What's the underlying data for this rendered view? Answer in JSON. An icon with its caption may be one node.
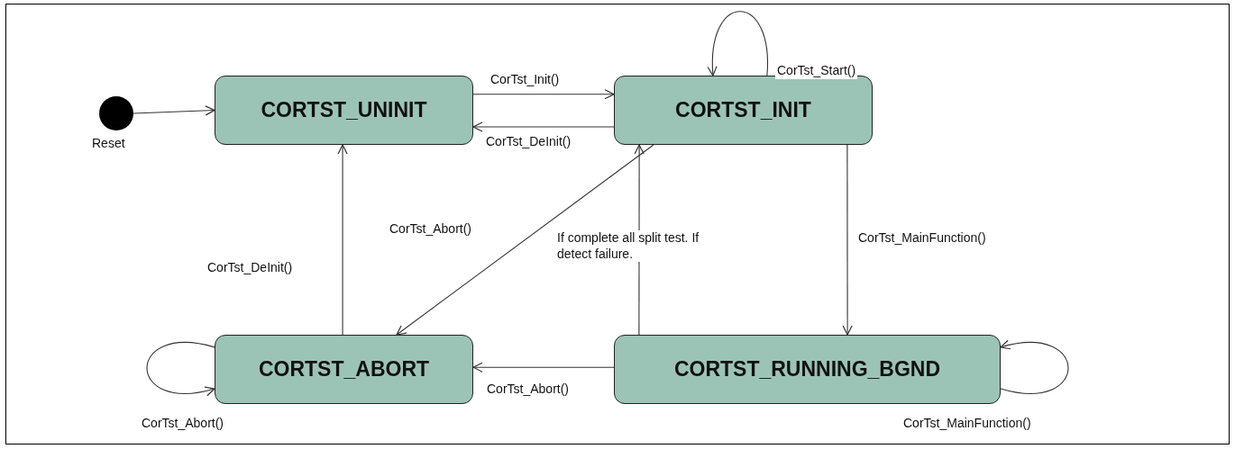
{
  "diagram": {
    "nodes": [
      {
        "text": [],
        "shape": "circle",
        "beside": [
          "Reset"
        ]
      },
      {
        "text": [
          "CORTST_UNINIT"
        ]
      },
      {
        "text": [
          "CORTST_INIT"
        ]
      },
      {
        "text": [
          "CORTST_ABORT"
        ]
      },
      {
        "text": [
          "CORTST_RUNNING_BGND"
        ]
      }
    ],
    "edges": [
      {
        "from": 0,
        "to": 1,
        "arrow": "to"
      },
      {
        "from": 1,
        "to": 2,
        "arrow": "to",
        "label": "CorTst_Init()"
      },
      {
        "from": 2,
        "to": 1,
        "arrow": "to",
        "label": "CorTst_DeInit()"
      },
      {
        "from": 2,
        "to": 2,
        "arrow": "to",
        "label": "CorTst_Start()"
      },
      {
        "from": 2,
        "to": 4,
        "arrow": "to",
        "label": "CorTst_MainFunction()"
      },
      {
        "from": 4,
        "to": 2,
        "arrow": "to",
        "label": "If complete all split test. If detect failure."
      },
      {
        "from": 2,
        "to": 3,
        "arrow": "to",
        "label": "CorTst_Abort()"
      },
      {
        "from": 3,
        "to": 1,
        "arrow": "to",
        "label": "CorTst_DeInit()"
      },
      {
        "from": 4,
        "to": 3,
        "arrow": "to",
        "label": "CorTst_Abort()"
      },
      {
        "from": 3,
        "to": 3,
        "arrow": "to",
        "label": "CorTst_Abort()"
      },
      {
        "from": 4,
        "to": 4,
        "arrow": "to",
        "label": "CorTst_MainFunction()"
      }
    ]
  }
}
